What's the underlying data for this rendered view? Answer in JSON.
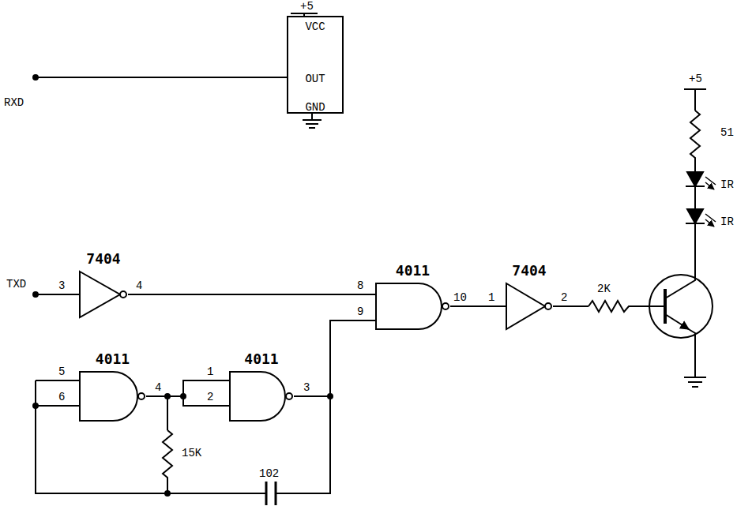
{
  "diagram": {
    "nodes": [
      {
        "text": [
          "VCC",
          "OUT",
          "GND"
        ]
      },
      {
        "text": [
          "7404"
        ]
      },
      {
        "text": [
          "4011"
        ]
      },
      {
        "text": [
          "7404"
        ]
      },
      {
        "text": [
          "4011"
        ]
      },
      {
        "text": [
          "4011"
        ]
      }
    ],
    "edges": [
      {
        "from": 1,
        "to": 2,
        "arrow": "none"
      },
      {
        "from": 2,
        "to": 3,
        "arrow": "none"
      },
      {
        "from": 5,
        "to": 2,
        "arrow": "none"
      },
      {
        "from": 4,
        "to": 5,
        "arrow": "none"
      }
    ],
    "labels": [
      "+5",
      "RXD",
      "+5",
      "51",
      "IR",
      "IR",
      "TXD",
      "3",
      "4",
      "8",
      "9",
      "10",
      "1",
      "2",
      "2K",
      "5",
      "6",
      "4",
      "1",
      "2",
      "3",
      "15K",
      "102"
    ]
  }
}
